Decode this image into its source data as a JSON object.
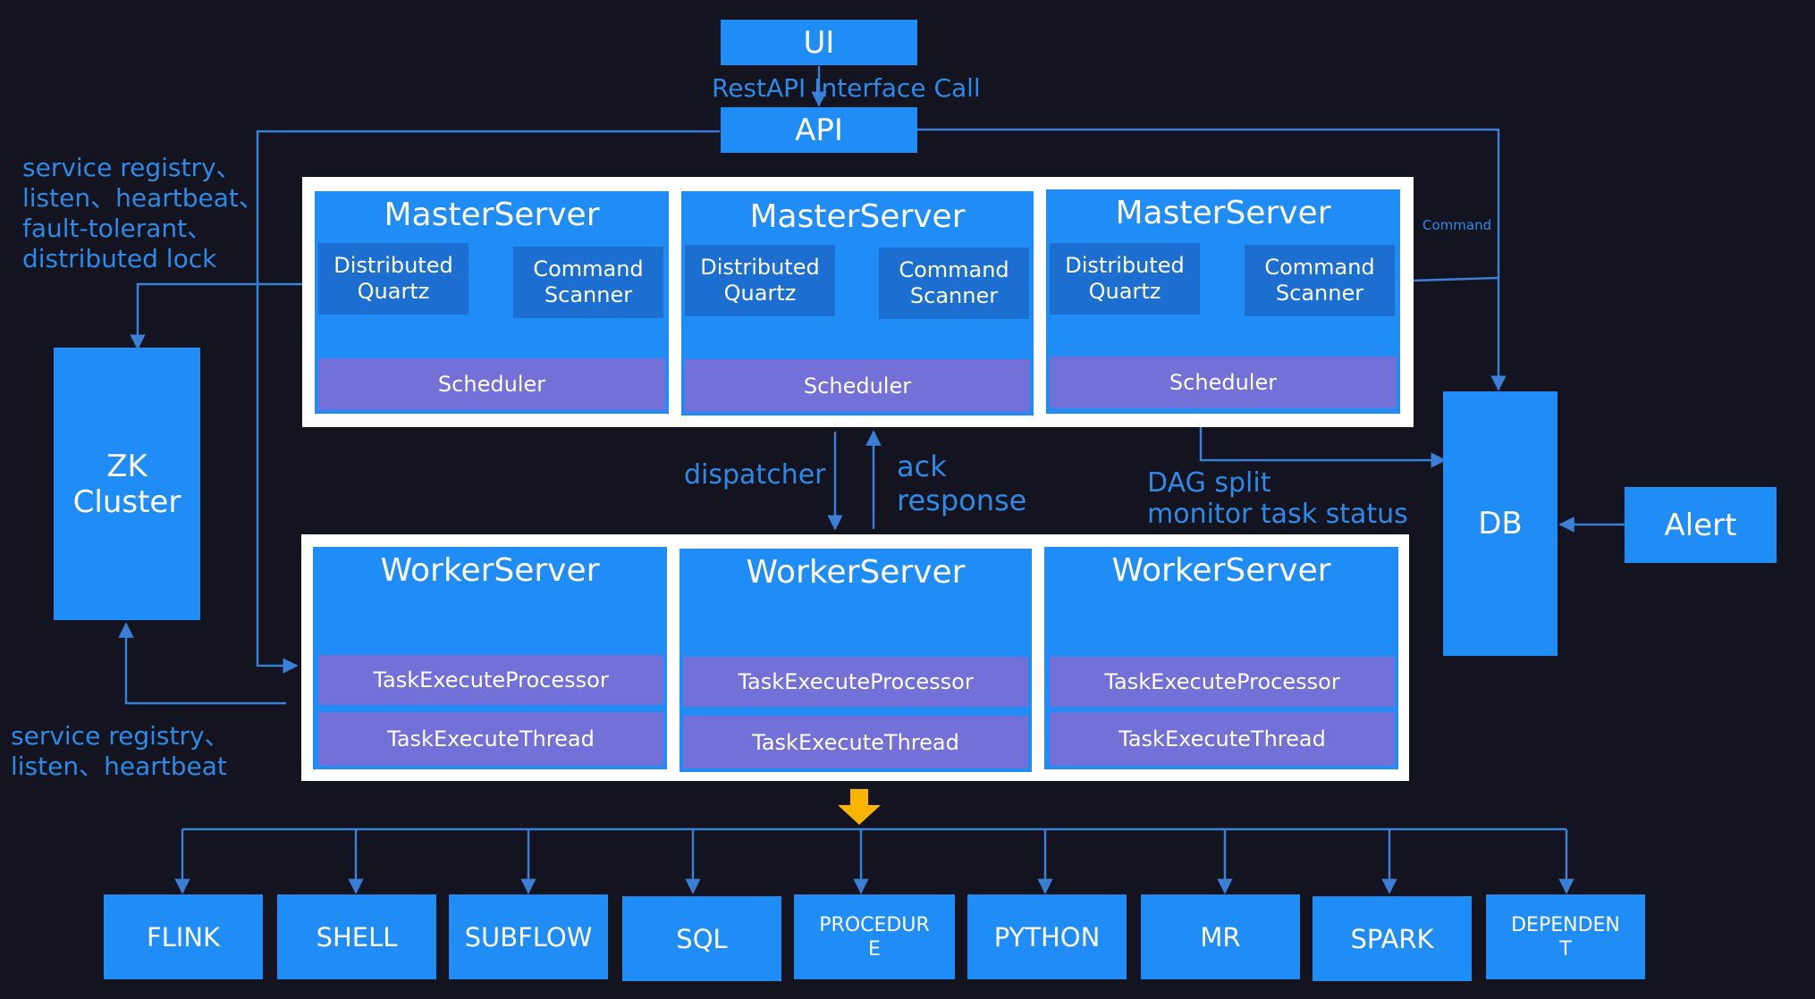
{
  "ui_label": "UI",
  "api_label": "API",
  "restapi_label": "RestAPI Interface Call",
  "zk": {
    "label": "ZK\nCluster"
  },
  "db_label": "DB",
  "alert_label": "Alert",
  "command_label": "Command",
  "dispatcher_label": "dispatcher",
  "ack_label": "ack\nresponse",
  "dag_label": "DAG split\nmonitor task status",
  "registry_top": "service registry、\nlisten、heartbeat、\nfault-tolerant、\ndistributed lock",
  "registry_bottom": "service registry、\nlisten、heartbeat",
  "masters": [
    {
      "title": "MasterServer",
      "quartz": "Distributed\nQuartz",
      "scanner": "Command\nScanner",
      "scheduler": "Scheduler"
    },
    {
      "title": "MasterServer",
      "quartz": "Distributed\nQuartz",
      "scanner": "Command\nScanner",
      "scheduler": "Scheduler"
    },
    {
      "title": "MasterServer",
      "quartz": "Distributed\nQuartz",
      "scanner": "Command\nScanner",
      "scheduler": "Scheduler"
    }
  ],
  "workers": [
    {
      "title": "WorkerServer",
      "processor": "TaskExecuteProcessor",
      "thread": "TaskExecuteThread"
    },
    {
      "title": "WorkerServer",
      "processor": "TaskExecuteProcessor",
      "thread": "TaskExecuteThread"
    },
    {
      "title": "WorkerServer",
      "processor": "TaskExecuteProcessor",
      "thread": "TaskExecuteThread"
    }
  ],
  "tasks": [
    "FLINK",
    "SHELL",
    "SUBFLOW",
    "SQL",
    "PROCEDUR\nE",
    "PYTHON",
    "MR",
    "SPARK",
    "DEPENDEN\nT"
  ],
  "colors": {
    "background": "#13141f",
    "box_blue": "#208cf6",
    "inner_blue": "#1c6fd1",
    "purple": "#7370d8",
    "arrow_yellow": "#f7b500",
    "line_blue": "#3a7fd5",
    "label_blue": "#2e8ae6"
  }
}
